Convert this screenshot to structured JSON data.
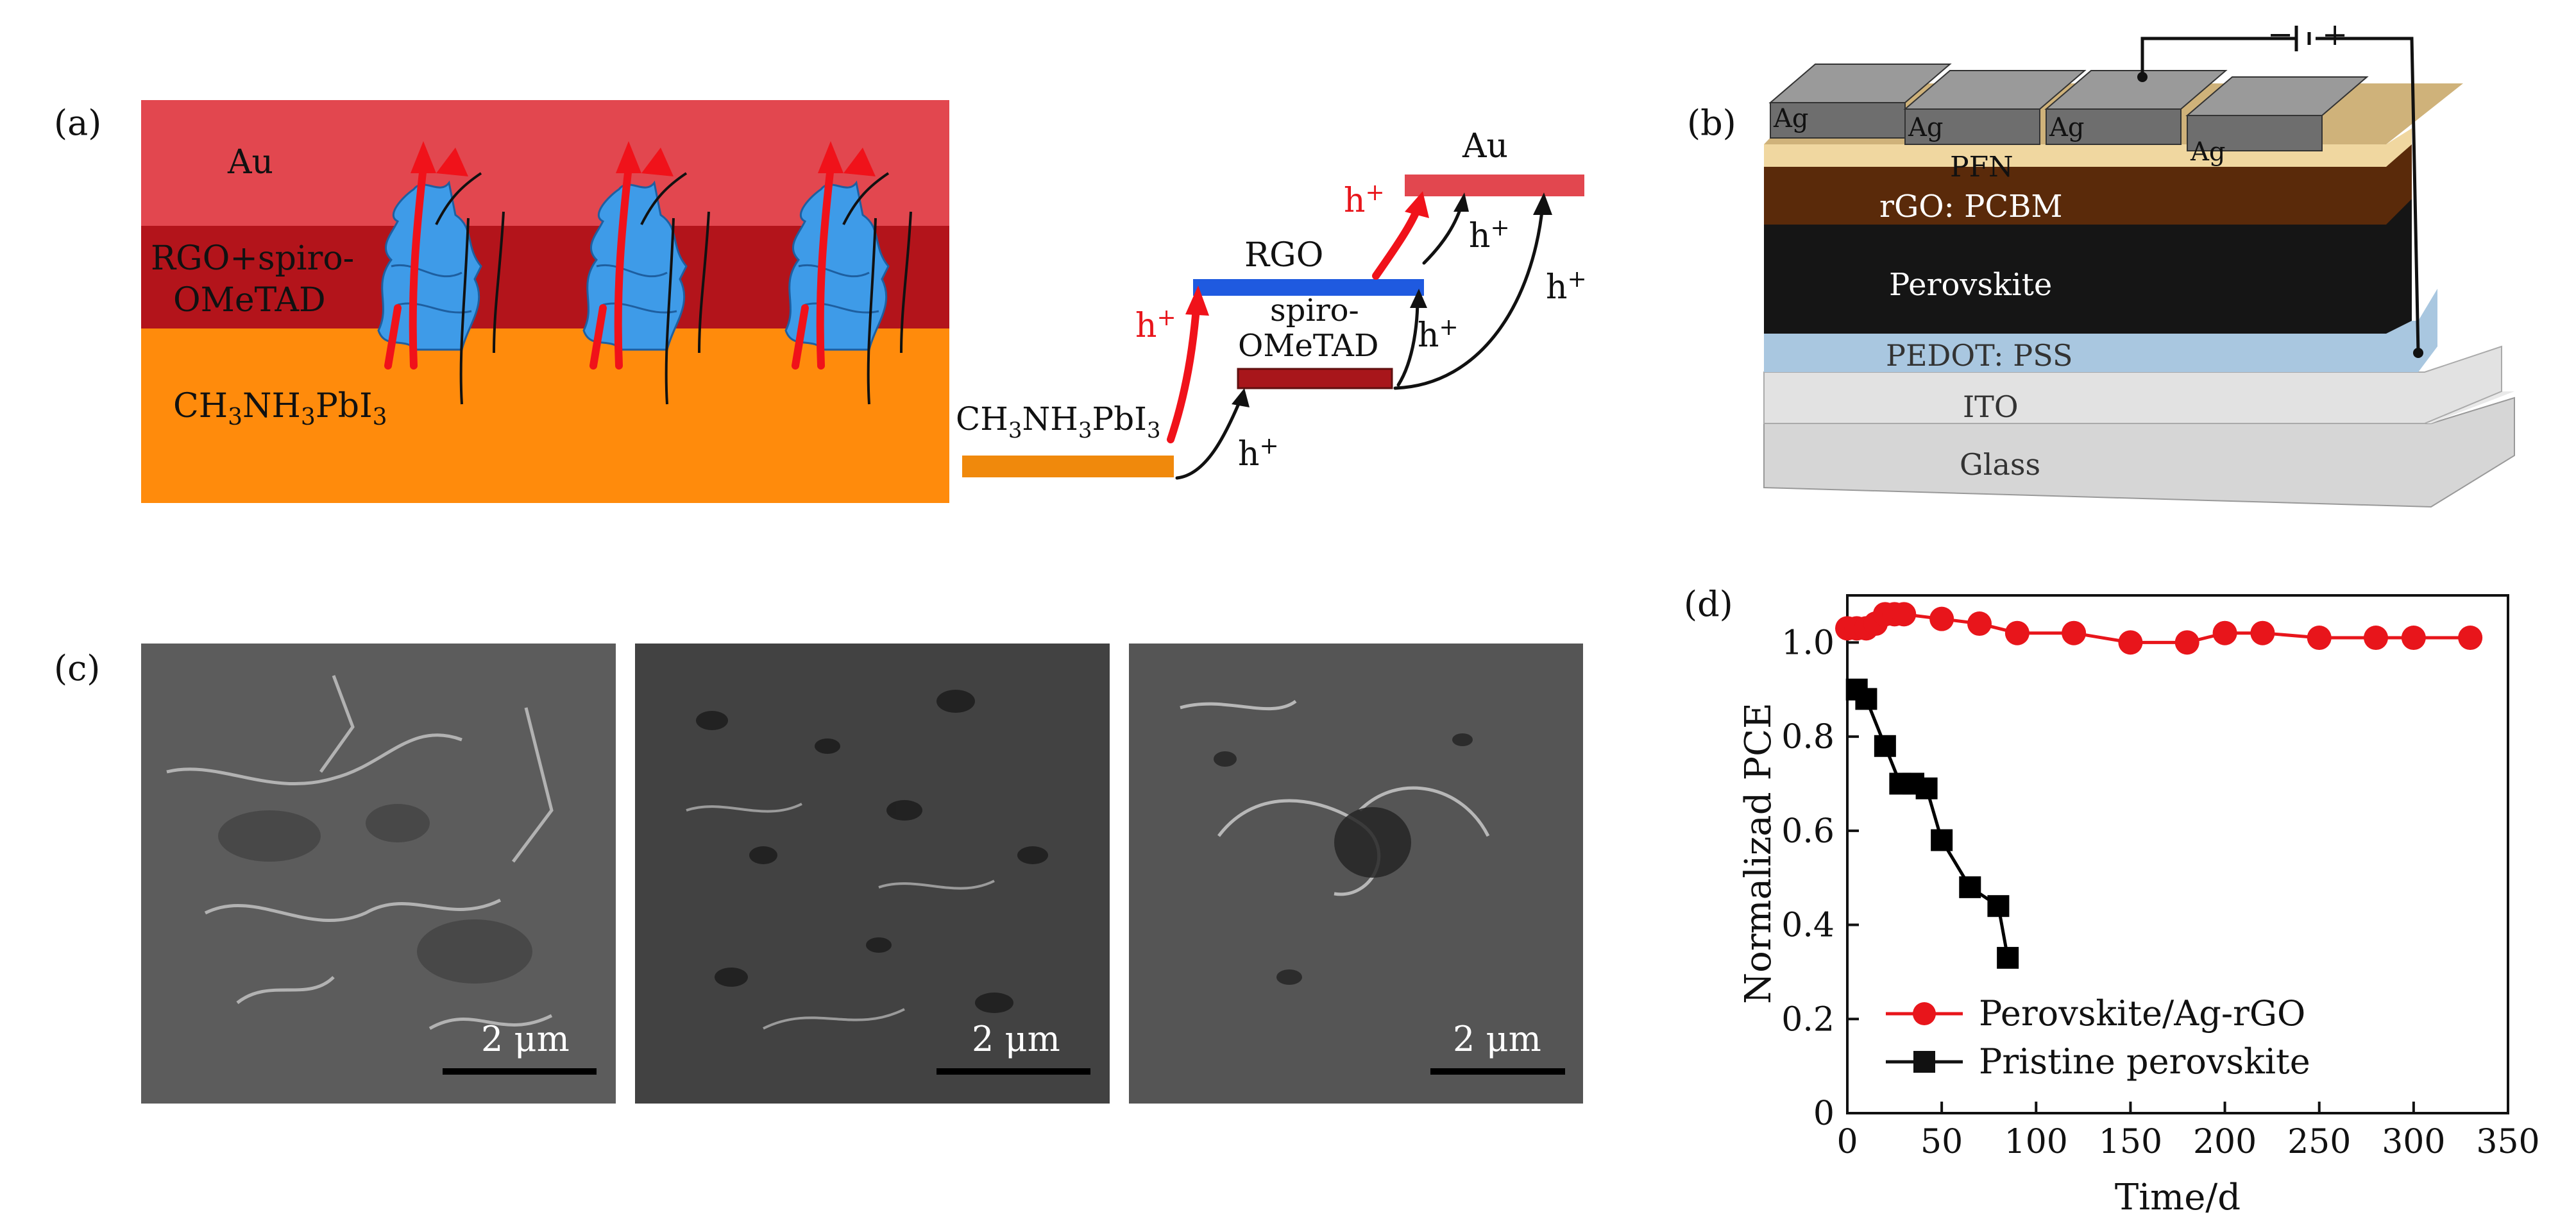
{
  "panels": {
    "a": {
      "label": "(a)",
      "layers": [
        "Au",
        "RGO+spiro-\nOMeTAD",
        "CH3NH3PbI3"
      ],
      "layer_colors": {
        "au": "#e2474f",
        "rgo": "#b0141b",
        "pvk": "#ff8b0c",
        "flake": "#3e9be8"
      },
      "energy": {
        "pvk": "CH3NH3PbI3",
        "rgo": "RGO",
        "spiro_line1": "spiro-",
        "spiro_line2": "OMeTAD",
        "au": "Au",
        "hole": "h",
        "hole_sup": "+"
      }
    },
    "b": {
      "label": "(b)",
      "layers": [
        "Ag",
        "PFN",
        "rGO: PCBM",
        "Perovskite",
        "PEDOT: PSS",
        "ITO",
        "Glass"
      ],
      "battery": "− ¦ +"
    },
    "c": {
      "label": "(c)",
      "scale": "2 μm"
    },
    "d": {
      "label": "(d)",
      "chart_data": {
        "type": "line",
        "xlabel": "Time/d",
        "ylabel": "Normalizad PCE",
        "xlim": [
          0,
          350
        ],
        "ylim": [
          0,
          1.1
        ],
        "xticks": [
          0,
          50,
          100,
          150,
          200,
          250,
          300,
          350
        ],
        "yticks": [
          "0",
          "0.2",
          "0.4",
          "0.6",
          "0.8",
          "1.0"
        ],
        "legend_position": "bottom-left",
        "series": [
          {
            "name": "Perovskite/Ag-rGO",
            "color": "#e8151b",
            "marker": "circle",
            "x": [
              0,
              5,
              10,
              15,
              20,
              25,
              30,
              50,
              70,
              90,
              120,
              150,
              180,
              200,
              220,
              250,
              280,
              300,
              330
            ],
            "y": [
              1.03,
              1.03,
              1.03,
              1.04,
              1.06,
              1.06,
              1.06,
              1.05,
              1.04,
              1.02,
              1.02,
              1.0,
              1.0,
              1.02,
              1.02,
              1.01,
              1.01,
              1.01,
              1.01
            ]
          },
          {
            "name": "Pristine perovskite",
            "color": "#000000",
            "marker": "square",
            "x": [
              5,
              10,
              20,
              28,
              35,
              42,
              50,
              65,
              80,
              85
            ],
            "y": [
              0.9,
              0.88,
              0.78,
              0.7,
              0.7,
              0.69,
              0.58,
              0.48,
              0.44,
              0.33
            ]
          }
        ]
      }
    }
  }
}
